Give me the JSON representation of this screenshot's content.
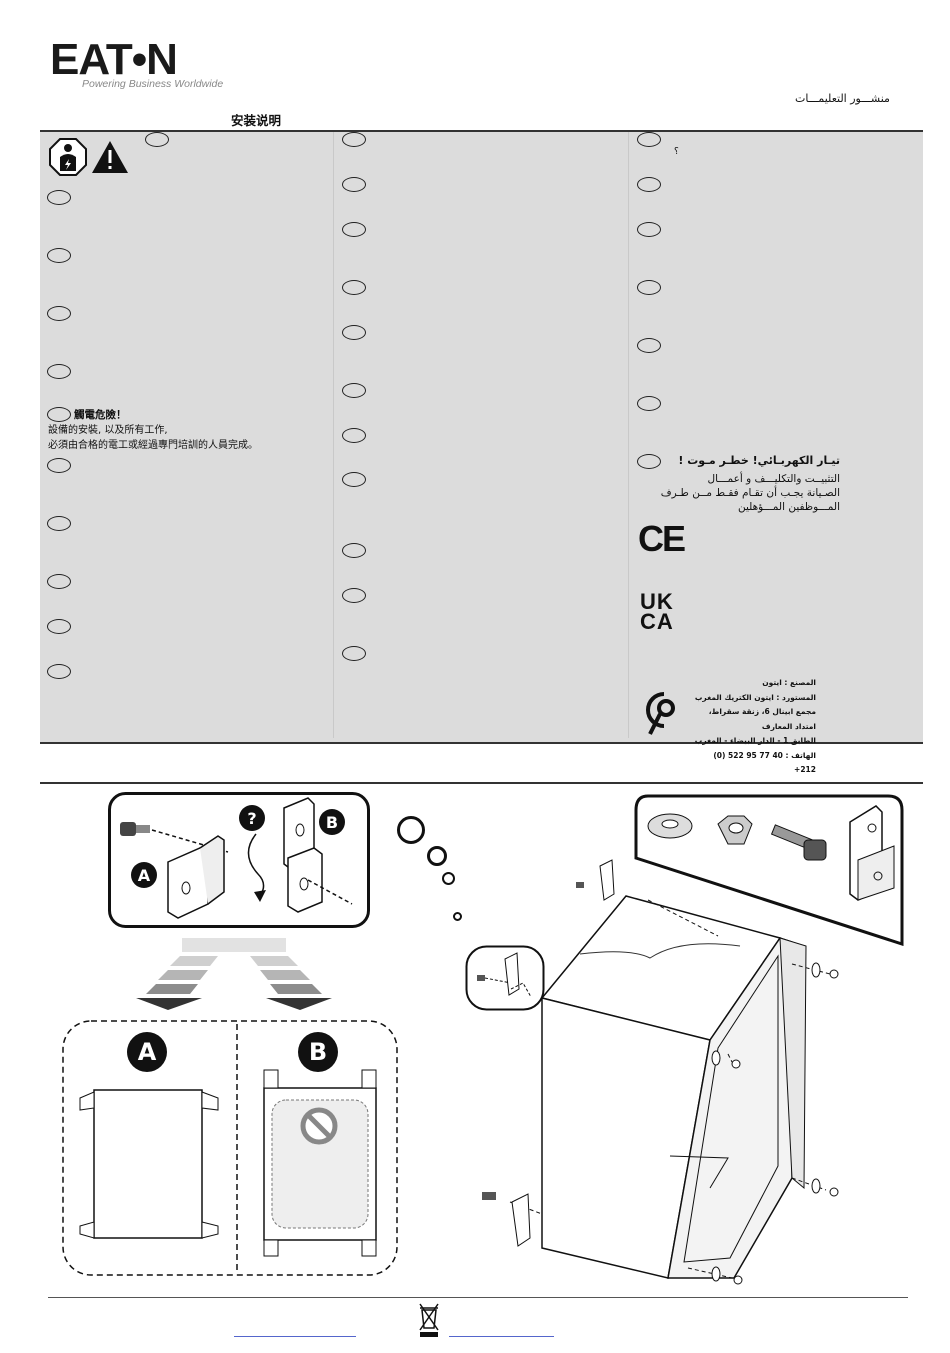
{
  "header": {
    "logo_text": "EAT•N",
    "tagline": "Powering Business Worldwide",
    "title_zh": "安装说明",
    "title_ar": "منشـــور التعليمـــات"
  },
  "warnings": {
    "zh_heading": "觸電危險！",
    "zh_line1": "設備的安裝, 以及所有工作,",
    "zh_line2": "必須由合格的電工或經過專門培訓的人員完成。",
    "ar_heading": "تيـار الكهربـائي! خطـر مـوت !",
    "ar_line1": "التثبيــت والتكليـــف و أعمـــال",
    "ar_line2": "الصـيانة يجـب أن تقـام فقـط مــن طـرف",
    "ar_line3": "المـــوظفين المـــؤهلين",
    "ar_small_mark": "؟"
  },
  "certifications": {
    "ce": "CE",
    "ukca_top": "UK",
    "ukca_bottom": "CA"
  },
  "manufacturer": {
    "line1": "المصنع : ايتون",
    "line2": "المستورد : ايتون الكتريك المغرب",
    "line3": "مجمع ابينال 6، زنقة سقراط، امتداد المعارف",
    "line4": "الطابق 1 - الدار البيضاء - المغرب",
    "line5": "الهاتف : 40 77 95 522 (0) 212+"
  },
  "diagram": {
    "label_a": "A",
    "label_b": "B",
    "question_mark": "?"
  }
}
